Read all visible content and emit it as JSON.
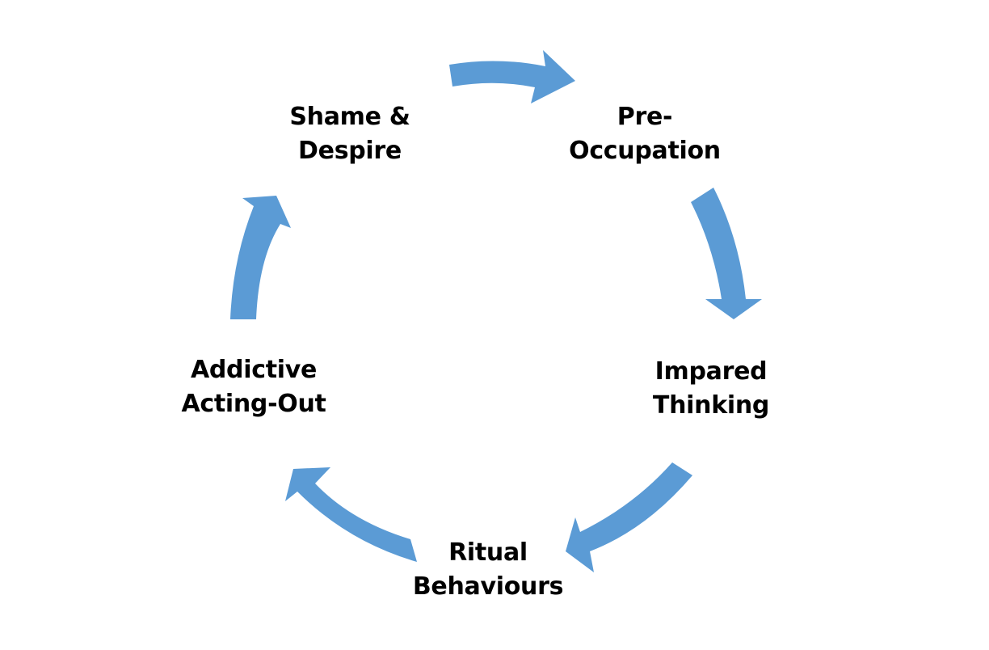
{
  "diagram": {
    "type": "cycle",
    "arrow_color": "#5b9bd5",
    "text_color": "#000000",
    "stages": [
      {
        "id": "shame",
        "lines": [
          "Shame &",
          "Despire"
        ]
      },
      {
        "id": "preoccupation",
        "lines": [
          "Pre-",
          "Occupation"
        ]
      },
      {
        "id": "impaired",
        "lines": [
          "Impared",
          "Thinking"
        ]
      },
      {
        "id": "ritual",
        "lines": [
          "Ritual",
          "Behaviours"
        ]
      },
      {
        "id": "acting-out",
        "lines": [
          "Addictive",
          "Acting-Out"
        ]
      }
    ],
    "arrows": [
      {
        "from": "shame",
        "to": "preoccupation"
      },
      {
        "from": "preoccupation",
        "to": "impaired"
      },
      {
        "from": "impaired",
        "to": "ritual"
      },
      {
        "from": "ritual",
        "to": "acting-out"
      },
      {
        "from": "acting-out",
        "to": "shame"
      }
    ],
    "direction": "clockwise"
  }
}
